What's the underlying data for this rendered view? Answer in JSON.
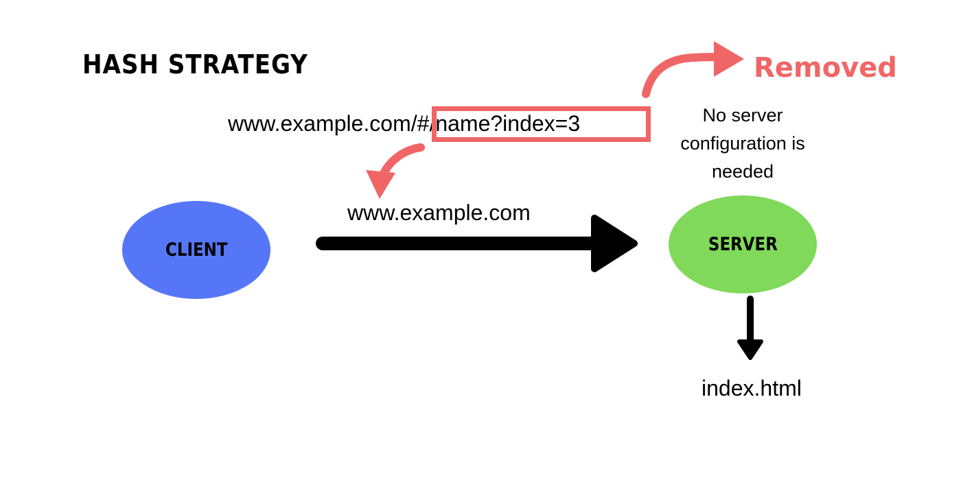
{
  "diagram": {
    "title": "HASH STRATEGY",
    "removed_label": "Removed",
    "full_url": "www.example.com/#/name?index=3",
    "base_url": "www.example.com",
    "server_note_lines": [
      "No server",
      "configuration is",
      "needed"
    ],
    "client_label": "CLIENT",
    "server_label": "SERVER",
    "response_file": "index.html"
  },
  "colors": {
    "client_fill": "#5577f7",
    "server_fill": "#80d95a",
    "accent_red": "#f06666",
    "arrow_black": "#000000"
  }
}
